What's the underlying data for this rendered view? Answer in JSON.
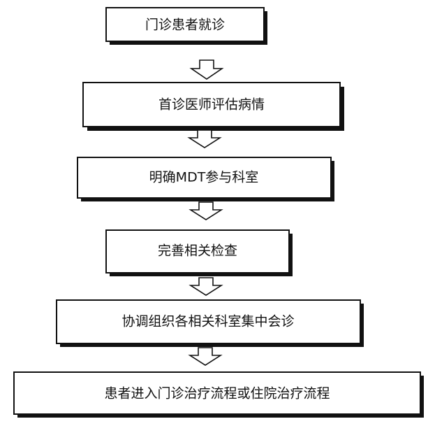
{
  "diagram": {
    "steps": [
      {
        "id": "step-1",
        "label": "门诊患者就诊"
      },
      {
        "id": "step-2",
        "label": "首诊医师评估病情"
      },
      {
        "id": "step-3",
        "label": "明确MDT参与科室"
      },
      {
        "id": "step-4",
        "label": "完善相关检查"
      },
      {
        "id": "step-5",
        "label": "协调组织各相关科室集中会诊"
      },
      {
        "id": "step-6",
        "label": "患者进入门诊治疗流程或住院治疗流程"
      }
    ],
    "connectors": [
      {
        "from": "step-1",
        "to": "step-2"
      },
      {
        "from": "step-2",
        "to": "step-3"
      },
      {
        "from": "step-3",
        "to": "step-4"
      },
      {
        "from": "step-4",
        "to": "step-5"
      },
      {
        "from": "step-5",
        "to": "step-6"
      }
    ]
  }
}
